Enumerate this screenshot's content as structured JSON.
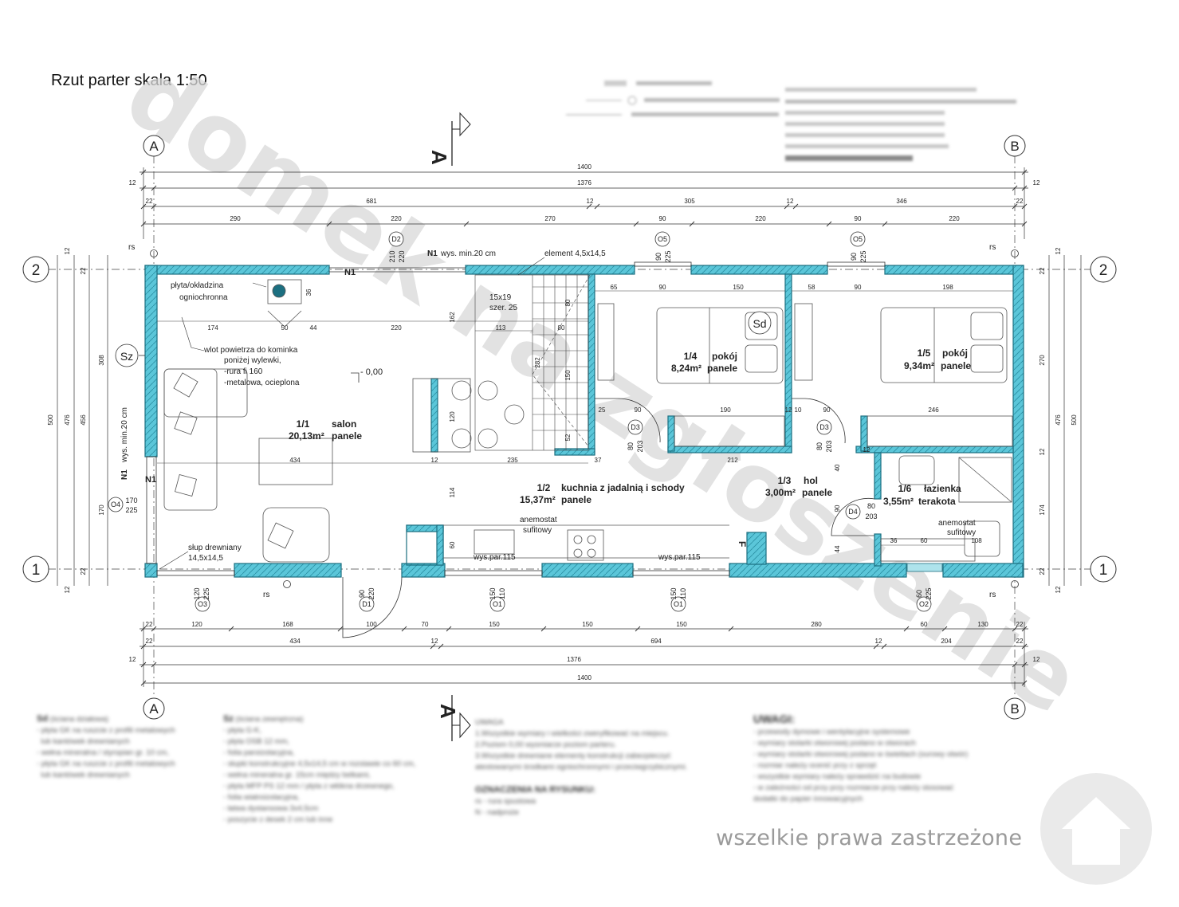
{
  "title": "Rzut parter skala 1:50",
  "watermark": "domek na zgłoszenie",
  "rights": "wszelkie prawa zastrzeżone",
  "colors": {
    "wall": "#5bc6d9",
    "wall_stroke": "#1c6f80",
    "line": "#333333",
    "watermark": "#d9d9d9"
  },
  "axes": {
    "a": "A",
    "b": "B",
    "one": "1",
    "two": "2",
    "section": "A"
  },
  "dims_top": {
    "total": "1400",
    "inner": "1376",
    "wall": "12",
    "row2": [
      "22",
      "681",
      "12",
      "305",
      "12",
      "346",
      "22"
    ],
    "row3": [
      "290",
      "220",
      "270",
      "90",
      "220",
      "90",
      "220"
    ]
  },
  "dims_bottom": {
    "total": "1400",
    "inner": "1376",
    "wall": "12",
    "row2": [
      "434",
      "12",
      "694",
      "12",
      "204"
    ],
    "row1": [
      "22",
      "120",
      "168",
      "100",
      "70",
      "150",
      "150",
      "280",
      "60",
      "130",
      "22"
    ]
  },
  "dims_left": {
    "total": "500",
    "inner": "476",
    "seg1": "456",
    "seg2": "308",
    "seg3": "170",
    "wall": "12",
    "edge": "22"
  },
  "dims_right": {
    "total": "500",
    "inner": "476",
    "seg1": "270",
    "seg2": "174",
    "wall": "12",
    "edge": "22"
  },
  "rooms": [
    {
      "num": "1/1",
      "name": "salon",
      "area": "20,13m²",
      "floor": "panele"
    },
    {
      "num": "1/2",
      "name": "kuchnia z jadalnią i schody",
      "area": "15,37m²",
      "floor": "panele"
    },
    {
      "num": "1/3",
      "name": "hol",
      "area": "3,00m²",
      "floor": "panele"
    },
    {
      "num": "1/4",
      "name": "pokój",
      "area": "8,24m²",
      "floor": "panele"
    },
    {
      "num": "1/5",
      "name": "pokój",
      "area": "9,34m²",
      "floor": "panele"
    },
    {
      "num": "1/6",
      "name": "łazienka",
      "area": "3,55m²",
      "floor": "terakota"
    }
  ],
  "notes": {
    "plyta": "płyta/okładzina",
    "ogniochronna": "ogniochronna",
    "wlot1": "wlot powietrza do kominka",
    "wlot2": "poniżej wylewki,",
    "wlot3": "-rura fi 160",
    "wlot4": "-metalowa, ocieplona",
    "n1_top_bold": "N1",
    "n1_top": "wys. min.20 cm",
    "element": "element 4,5x14,5",
    "stairs1": "15x19",
    "stairs2": "szer. 25",
    "level": "- 0,00",
    "anemostat1": "anemostat",
    "anemostat2": "sufitowy",
    "wyspar1": "wys.par.115",
    "wyspar2": "wys.par.115",
    "slup1": "słup drewniany",
    "slup2": "14,5x14,5",
    "n1_left": "wys. min.20 cm",
    "n1": "N1",
    "sd": "Sd",
    "sz": "Sz",
    "rs": "rs",
    "f": "F"
  },
  "openings": [
    {
      "id": "D2",
      "w": "210",
      "h": "220"
    },
    {
      "id": "O5",
      "w": "90",
      "h": "225"
    },
    {
      "id": "O5",
      "w": "90",
      "h": "225"
    },
    {
      "id": "D3",
      "w": "80",
      "h": "203"
    },
    {
      "id": "D3",
      "w": "80",
      "h": "203"
    },
    {
      "id": "D4",
      "w": "80",
      "h": "203"
    },
    {
      "id": "O4",
      "w": "170",
      "h": "225"
    },
    {
      "id": "O3",
      "w": "120",
      "h": "225"
    },
    {
      "id": "D1",
      "w": "90",
      "h": "220"
    },
    {
      "id": "O1",
      "w": "150",
      "h": "110"
    },
    {
      "id": "O1",
      "w": "150",
      "h": "110"
    },
    {
      "id": "O2",
      "w": "60",
      "h": "225"
    }
  ],
  "inner_dims": [
    "174",
    "50",
    "44",
    "220",
    "113",
    "80",
    "80",
    "162",
    "36",
    "65",
    "90",
    "150",
    "58",
    "90",
    "198",
    "282",
    "150",
    "120",
    "434",
    "12",
    "235",
    "25",
    "90",
    "190",
    "12",
    "10",
    "90",
    "246",
    "52",
    "37",
    "212",
    "12",
    "40",
    "114",
    "60",
    "90",
    "44",
    "36",
    "60",
    "108"
  ]
}
